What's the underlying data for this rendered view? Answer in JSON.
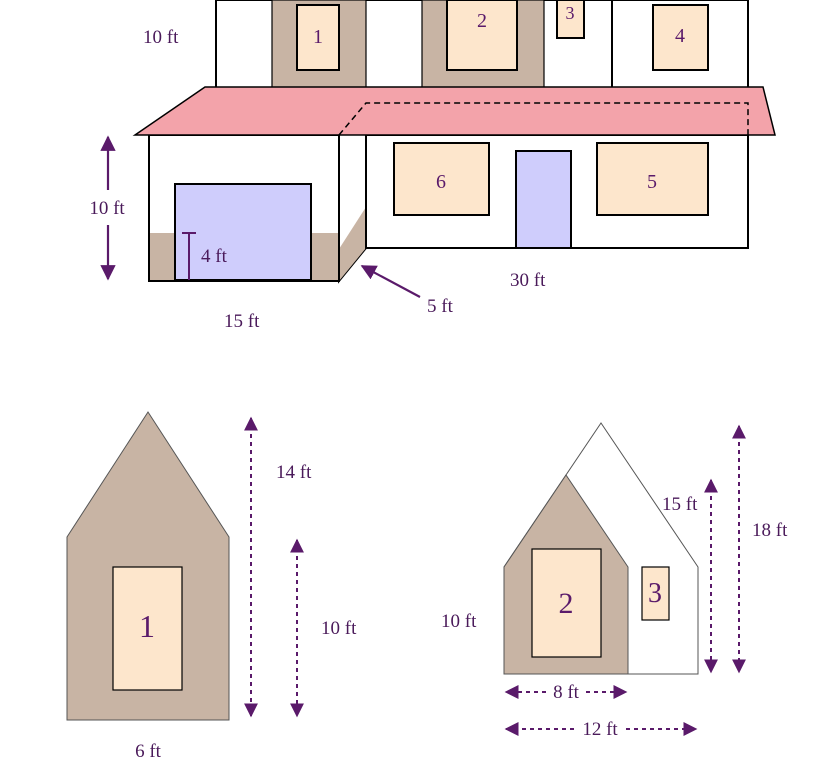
{
  "colors": {
    "wall": "#c8b4a4",
    "window": "#fde6cc",
    "door": "#cfcdfc",
    "roof": "#f3a3aa",
    "dimension": "#5a1a6a"
  },
  "front_view": {
    "window_numbers": [
      "1",
      "2",
      "3",
      "4",
      "6",
      "5"
    ],
    "labels": {
      "upper_height": "10 ft",
      "lower_height": "10 ft",
      "garage_step": "4 ft",
      "depth": "5 ft",
      "width_main": "30 ft",
      "width_garage": "15 ft"
    }
  },
  "side_wall_1": {
    "window_number": "1",
    "labels": {
      "total_height": "14 ft",
      "wall_height": "10 ft",
      "width": "6 ft"
    }
  },
  "side_wall_2": {
    "window_numbers": [
      "2",
      "3"
    ],
    "labels": {
      "inner_peak": "15 ft",
      "outer_peak": "18 ft",
      "wall_height": "10 ft",
      "inner_width": "8 ft",
      "outer_width": "12 ft"
    }
  }
}
